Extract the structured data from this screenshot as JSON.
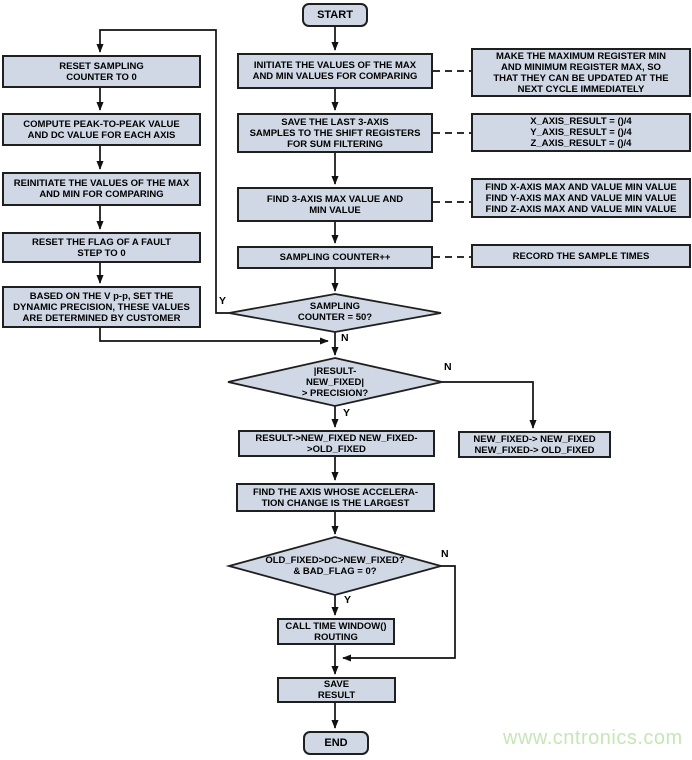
{
  "diagram": {
    "watermark": "www.cntronics.com",
    "colors": {
      "background": "#ffffff",
      "node_fill": "#cfd8e4",
      "node_border": "#1f1f1f",
      "line": "#111111",
      "watermark": "#c6e6b6"
    },
    "branch_labels": {
      "d1_yes": "Y",
      "d1_no": "N",
      "d2_yes": "Y",
      "d2_no": "N",
      "d3_yes": "Y",
      "d3_no": "N"
    },
    "nodes": {
      "start": {
        "type": "terminator",
        "text": "START"
      },
      "l1": {
        "type": "process",
        "text": "RESET SAMPLING\nCOUNTER TO 0"
      },
      "l2": {
        "type": "process",
        "text": "COMPUTE PEAK-TO-PEAK VALUE\nAND DC VALUE FOR EACH AXIS"
      },
      "l3": {
        "type": "process",
        "text": "REINITIATE THE VALUES OF THE MAX\nAND MIN FOR COMPARING"
      },
      "l4": {
        "type": "process",
        "text": "RESET THE FLAG OF A FAULT\nSTEP TO 0"
      },
      "l5": {
        "type": "process",
        "text": "BASED ON THE V p-p, SET THE\nDYNAMIC PRECISION, THESE VALUES\nARE DETERMINED BY CUSTOMER"
      },
      "m1": {
        "type": "process",
        "text": "INITIATE THE VALUES OF THE MAX\nAND MIN VALUES FOR COMPARING"
      },
      "m2": {
        "type": "process",
        "text": "SAVE THE LAST 3-AXIS\nSAMPLES TO THE SHIFT REGISTERS\nFOR SUM FILTERING"
      },
      "m3": {
        "type": "process",
        "text": "FIND 3-AXIS MAX VALUE AND\nMIN VALUE"
      },
      "m4": {
        "type": "process",
        "text": "SAMPLING COUNTER++"
      },
      "d1": {
        "type": "decision",
        "text": "SAMPLING\nCOUNTER = 50?"
      },
      "d2": {
        "type": "decision",
        "text": "|RESULT-\nNEW_FIXED|\n> PRECISION?"
      },
      "d3": {
        "type": "decision",
        "text": "OLD_FIXED>DC>NEW_FIXED?\n& BAD_FLAG = 0?"
      },
      "b1": {
        "type": "process",
        "text": "RESULT->NEW_FIXED NEW_FIXED-\n>OLD_FIXED"
      },
      "b2": {
        "type": "process",
        "text": "FIND THE AXIS WHOSE ACCELERA-\nTION CHANGE IS THE LARGEST"
      },
      "b3": {
        "type": "process",
        "text": "CALL TIME WINDOW()\nROUTING"
      },
      "b4": {
        "type": "process",
        "text": "SAVE\nRESULT"
      },
      "side": {
        "type": "process",
        "text": "NEW_FIXED-> NEW_FIXED\nNEW_FIXED-> OLD_FIXED"
      },
      "r1": {
        "type": "annotation",
        "text": "MAKE THE MAXIMUM REGISTER MIN\nAND MINIMUM REGISTER MAX, SO\nTHAT THEY CAN BE UPDATED AT THE\nNEXT CYCLE IMMEDIATELY"
      },
      "r2": {
        "type": "annotation",
        "text": "X_AXIS_RESULT = ()/4\nY_AXIS_RESULT = ()/4\nZ_AXIS_RESULT = ()/4"
      },
      "r3": {
        "type": "annotation",
        "text": "FIND X-AXIS MAX AND VALUE MIN VALUE\nFIND Y-AXIS MAX AND VALUE MIN VALUE\nFIND Z-AXIS MAX AND VALUE MIN VALUE"
      },
      "r4": {
        "type": "annotation",
        "text": "RECORD THE SAMPLE TIMES"
      },
      "end": {
        "type": "terminator",
        "text": "END"
      }
    }
  }
}
